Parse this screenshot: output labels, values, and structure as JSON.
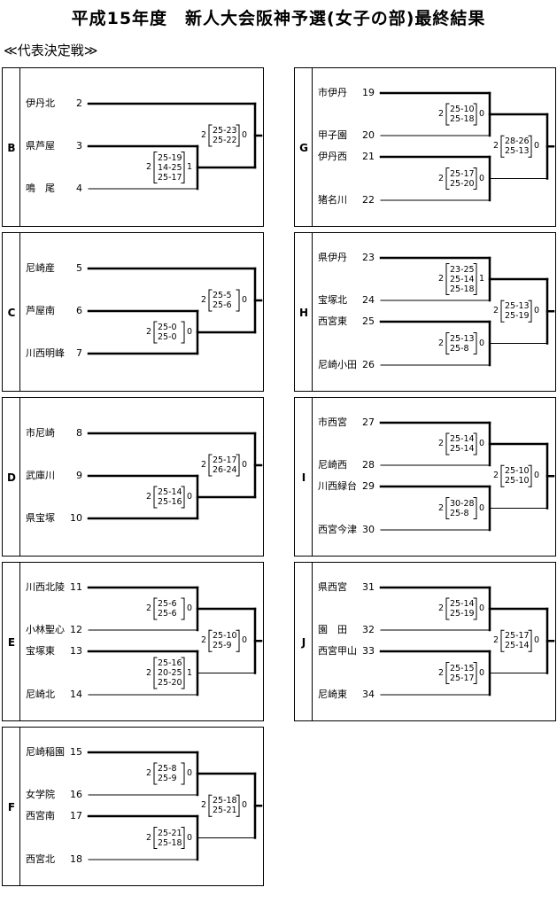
{
  "title": "平成15年度　新人大会阪神予選(女子の部)最終結果",
  "subtitle": "≪代表決定戦≫",
  "blocks": [
    {
      "letter": "B",
      "teams": [
        {
          "name": "伊丹北",
          "num": "2"
        },
        {
          "name": "県芦屋",
          "num": "3"
        },
        {
          "name": "鳴　尾",
          "num": "4"
        }
      ],
      "matches": [
        {
          "sets": [
            "25-19",
            "14-25",
            "25-17"
          ],
          "left": "2",
          "right": "1"
        },
        {
          "sets": [
            "25-23",
            "25-22"
          ],
          "left": "2",
          "right": "0"
        }
      ],
      "winners": [
        0,
        1,
        0
      ]
    },
    {
      "letter": "C",
      "teams": [
        {
          "name": "尼崎産",
          "num": "5"
        },
        {
          "name": "芦屋南",
          "num": "6"
        },
        {
          "name": "川西明峰",
          "num": "7"
        }
      ],
      "matches": [
        {
          "sets": [
            "25-0",
            "25-0"
          ],
          "left": "2",
          "right": "0"
        },
        {
          "sets": [
            "25-5",
            "25-6"
          ],
          "left": "2",
          "right": "0"
        }
      ],
      "winners": [
        0,
        1,
        0
      ]
    },
    {
      "letter": "D",
      "teams": [
        {
          "name": "市尼崎",
          "num": "8"
        },
        {
          "name": "武庫川",
          "num": "9"
        },
        {
          "name": "県宝塚",
          "num": "10"
        }
      ],
      "matches": [
        {
          "sets": [
            "25-14",
            "25-16"
          ],
          "left": "2",
          "right": "0"
        },
        {
          "sets": [
            "25-17",
            "26-24"
          ],
          "left": "2",
          "right": "0"
        }
      ],
      "winners": [
        0,
        1,
        0
      ]
    },
    {
      "letter": "E",
      "teams": [
        {
          "name": "川西北陵",
          "num": "11"
        },
        {
          "name": "小林聖心",
          "num": "12"
        },
        {
          "name": "宝塚東",
          "num": "13"
        },
        {
          "name": "尼崎北",
          "num": "14"
        }
      ],
      "matches": [
        {
          "sets": [
            "25-6",
            "25-6"
          ],
          "left": "2",
          "right": "0"
        },
        {
          "sets": [
            "25-16",
            "20-25",
            "25-20"
          ],
          "left": "2",
          "right": "1"
        },
        {
          "sets": [
            "25-10",
            "25-9"
          ],
          "left": "2",
          "right": "0"
        }
      ]
    },
    {
      "letter": "F",
      "teams": [
        {
          "name": "尼崎稲園",
          "num": "15"
        },
        {
          "name": "女学院",
          "num": "16"
        },
        {
          "name": "西宮南",
          "num": "17"
        },
        {
          "name": "西宮北",
          "num": "18"
        }
      ],
      "matches": [
        {
          "sets": [
            "25-8",
            "25-9"
          ],
          "left": "2",
          "right": "0"
        },
        {
          "sets": [
            "25-21",
            "25-18"
          ],
          "left": "2",
          "right": "0"
        },
        {
          "sets": [
            "25-18",
            "25-21"
          ],
          "left": "2",
          "right": "0"
        }
      ]
    },
    {
      "letter": "G",
      "teams": [
        {
          "name": "市伊丹",
          "num": "19"
        },
        {
          "name": "甲子園",
          "num": "20"
        },
        {
          "name": "伊丹西",
          "num": "21"
        },
        {
          "name": "猪名川",
          "num": "22"
        }
      ],
      "matches": [
        {
          "sets": [
            "25-10",
            "25-18"
          ],
          "left": "2",
          "right": "0"
        },
        {
          "sets": [
            "25-17",
            "25-20"
          ],
          "left": "2",
          "right": "0"
        },
        {
          "sets": [
            "28-26",
            "25-13"
          ],
          "left": "2",
          "right": "0"
        }
      ]
    },
    {
      "letter": "H",
      "teams": [
        {
          "name": "県伊丹",
          "num": "23"
        },
        {
          "name": "宝塚北",
          "num": "24"
        },
        {
          "name": "西宮東",
          "num": "25"
        },
        {
          "name": "尼崎小田",
          "num": "26"
        }
      ],
      "matches": [
        {
          "sets": [
            "23-25",
            "25-14",
            "25-18"
          ],
          "left": "2",
          "right": "1"
        },
        {
          "sets": [
            "25-13",
            "25-8"
          ],
          "left": "2",
          "right": "0"
        },
        {
          "sets": [
            "25-13",
            "25-19"
          ],
          "left": "2",
          "right": "0"
        }
      ]
    },
    {
      "letter": "I",
      "teams": [
        {
          "name": "市西宮",
          "num": "27"
        },
        {
          "name": "尼崎西",
          "num": "28"
        },
        {
          "name": "川西緑台",
          "num": "29"
        },
        {
          "name": "西宮今津",
          "num": "30"
        }
      ],
      "matches": [
        {
          "sets": [
            "25-14",
            "25-14"
          ],
          "left": "2",
          "right": "0"
        },
        {
          "sets": [
            "30-28",
            "25-8"
          ],
          "left": "2",
          "right": "0"
        },
        {
          "sets": [
            "25-10",
            "25-10"
          ],
          "left": "2",
          "right": "0"
        }
      ]
    },
    {
      "letter": "J",
      "teams": [
        {
          "name": "県西宮",
          "num": "31"
        },
        {
          "name": "園　田",
          "num": "32"
        },
        {
          "name": "西宮甲山",
          "num": "33"
        },
        {
          "name": "尼崎東",
          "num": "34"
        }
      ],
      "matches": [
        {
          "sets": [
            "25-14",
            "25-19"
          ],
          "left": "2",
          "right": "0"
        },
        {
          "sets": [
            "25-15",
            "25-17"
          ],
          "left": "2",
          "right": "0"
        },
        {
          "sets": [
            "25-17",
            "25-14"
          ],
          "left": "2",
          "right": "0"
        }
      ]
    }
  ]
}
